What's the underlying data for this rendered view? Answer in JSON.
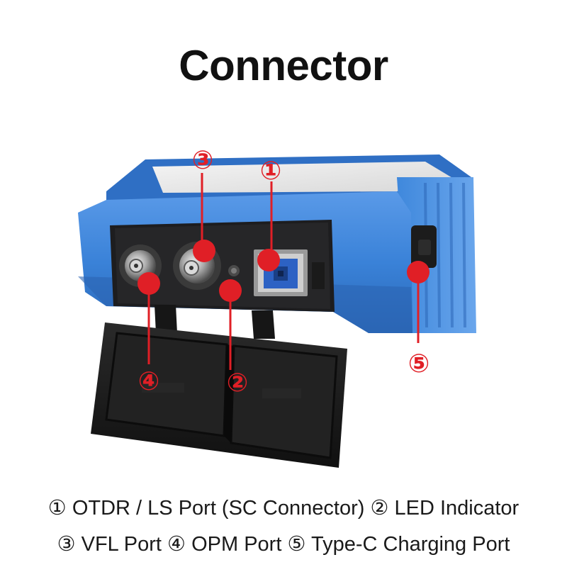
{
  "title": "Connector",
  "markers": {
    "m1": "①",
    "m2": "②",
    "m3": "③",
    "m4": "④",
    "m5": "⑤"
  },
  "caption": {
    "line1": "① OTDR / LS Port (SC Connector) ② LED Indicator",
    "line2": "③ VFL Port ④ OPM Port ⑤ Type-C Charging Port"
  },
  "colors": {
    "accent_red": "#e01f26",
    "device_blue": "#3b86dc",
    "port_blue": "#2d62c4",
    "cover_black": "#1c1c1c"
  }
}
